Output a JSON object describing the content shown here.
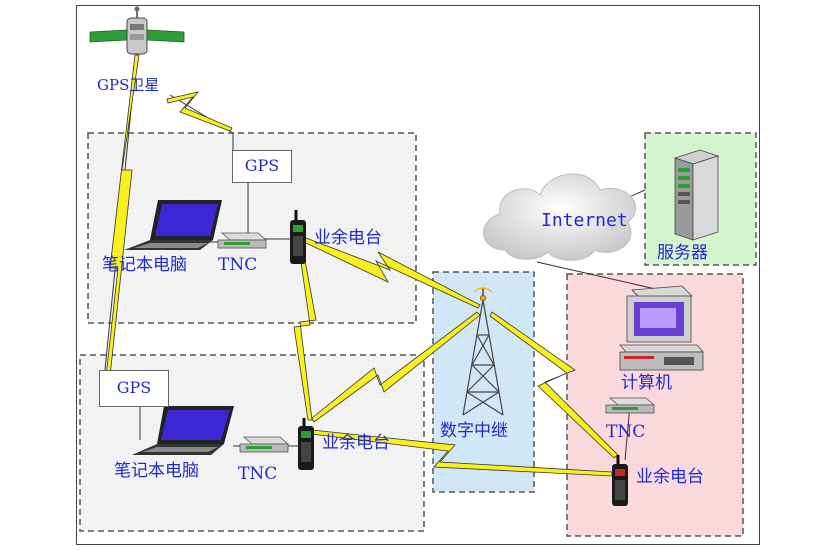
{
  "labels": {
    "gps_satellite": "GPS卫星",
    "gps_top": "GPS",
    "gps_bottom": "GPS",
    "laptop_top": "笔记本电脑",
    "laptop_bottom": "笔记本电脑",
    "tnc_top": "TNC",
    "tnc_bottom": "TNC",
    "tnc_right": "TNC",
    "radio_top": "业余电台",
    "radio_bottom": "业余电台",
    "radio_right": "业余电台",
    "internet": "Internet",
    "server": "服务器",
    "computer": "计算机",
    "digital_relay": "数字中继"
  },
  "colors": {
    "label_text": "#1f2ad1",
    "region_gray": "#f2f2f2",
    "region_blue": "#d5e9f7",
    "region_green": "#d8f5d0",
    "region_red": "#fbd9dc",
    "lightning": "#f7f01e",
    "dashed_border": "#555555"
  },
  "icons": {
    "satellite": "satellite-icon",
    "laptop": "laptop-icon",
    "tnc": "tnc-modem-icon",
    "radio": "handheld-radio-icon",
    "tower": "relay-tower-icon",
    "cloud": "cloud-icon",
    "server": "server-tower-icon",
    "computer": "desktop-computer-icon"
  }
}
